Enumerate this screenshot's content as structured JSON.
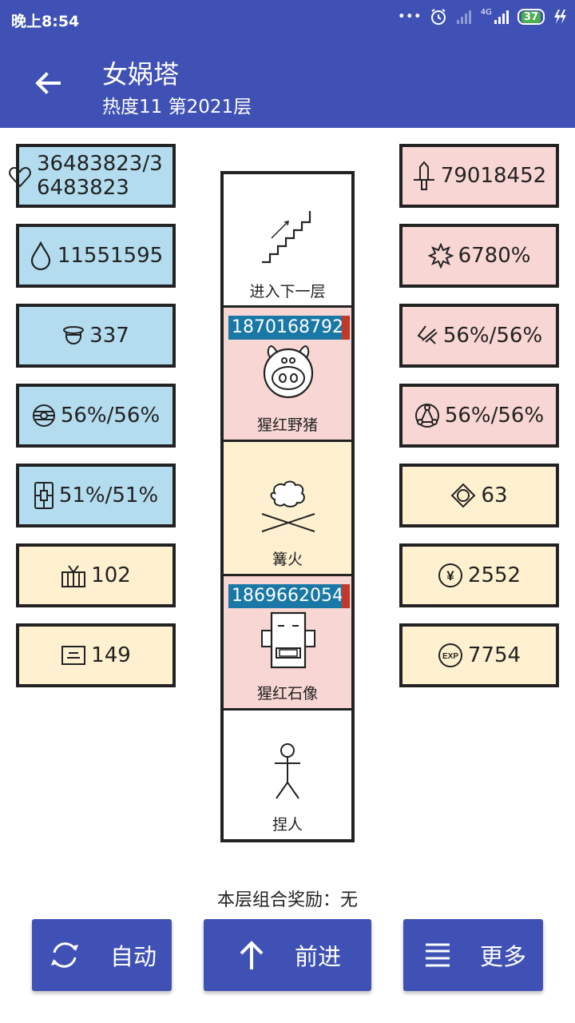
{
  "status_bar": {
    "time": "晚上8:54",
    "dots": "•••",
    "network": "4G",
    "battery": "37"
  },
  "app_bar": {
    "title": "女娲塔",
    "subtitle": "热度11 第2021层"
  },
  "left_stats": [
    {
      "icon": "heart-icon",
      "value": "36483823/36483823",
      "color": "#b3dcef"
    },
    {
      "icon": "water-drop-icon",
      "value": "11551595",
      "color": "#b3dcef"
    },
    {
      "icon": "helmet-icon",
      "value": "337",
      "color": "#b3dcef"
    },
    {
      "icon": "orb-icon",
      "value": "56%/56%",
      "color": "#b3dcef"
    },
    {
      "icon": "shield-icon",
      "value": "51%/51%",
      "color": "#b3dcef"
    },
    {
      "icon": "basket-icon",
      "value": "102",
      "color": "#fff1cf"
    },
    {
      "icon": "scroll-icon",
      "value": "149",
      "color": "#fff1cf"
    }
  ],
  "right_stats": [
    {
      "icon": "sword-icon",
      "value": "79018452",
      "color": "#f8d6d3"
    },
    {
      "icon": "burst-icon",
      "value": "6780%",
      "color": "#f8d6d3"
    },
    {
      "icon": "claw-icon",
      "value": "56%/56%",
      "color": "#f8d6d3"
    },
    {
      "icon": "rune-circle-icon",
      "value": "56%/56%",
      "color": "#f8d6d3"
    },
    {
      "icon": "diamond-icon",
      "value": "63",
      "color": "#fff1cf"
    },
    {
      "icon": "yen-coin-icon",
      "value": "2552",
      "color": "#fff1cf"
    },
    {
      "icon": "exp-icon",
      "value": "7754",
      "color": "#fff1cf"
    }
  ],
  "tower": {
    "cells": [
      {
        "type": "stairs",
        "icon": "stairs-icon",
        "label": "进入下一层",
        "color": "#ffffff"
      },
      {
        "type": "enemy",
        "icon": "boar-icon",
        "label": "猩红野猪",
        "hp": "1870168792",
        "color": "#f8d6d3"
      },
      {
        "type": "campfire",
        "icon": "campfire-icon",
        "label": "篝火",
        "color": "#fff1cf"
      },
      {
        "type": "enemy",
        "icon": "golem-icon",
        "label": "猩红石像",
        "hp": "1869662054",
        "color": "#f8d6d3"
      },
      {
        "type": "player",
        "icon": "stick-figure-icon",
        "label": "捏人",
        "color": "#ffffff"
      }
    ]
  },
  "combo_bonus": "本层组合奖励：无",
  "buttons": {
    "auto": "自动",
    "forward": "前进",
    "more": "更多"
  },
  "colors": {
    "primary": "#3f51b5",
    "hp_bar": "#1a78a6",
    "hp_bar_damage": "#c0392b"
  }
}
